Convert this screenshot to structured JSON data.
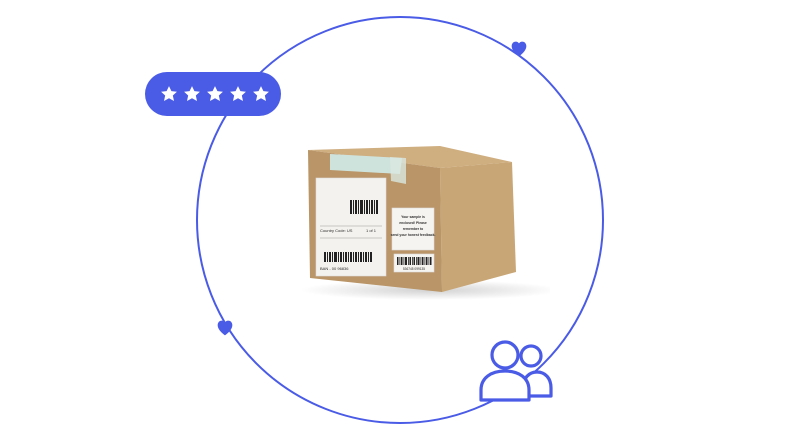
{
  "colors": {
    "accent": "#4A5BE6",
    "box_front": "#B99567",
    "box_side": "#C9A676",
    "box_top": "#CFAE80",
    "label": "#F4F2EE",
    "tape": "#CFE3DD"
  },
  "rating": {
    "stars_filled": 5,
    "stars_total": 5
  },
  "icons": {
    "heart_top": "heart-icon",
    "heart_left": "heart-icon",
    "users": "users-icon",
    "package": "package-box-image"
  },
  "package": {
    "sample_message": "Your sample is enclosed! Please remember to send your honest feedback.",
    "shipping_label_text": [
      "Country Code: US",
      "BAN - 00 96836",
      "1 of 1"
    ],
    "barcode_number": "536745 099135"
  }
}
